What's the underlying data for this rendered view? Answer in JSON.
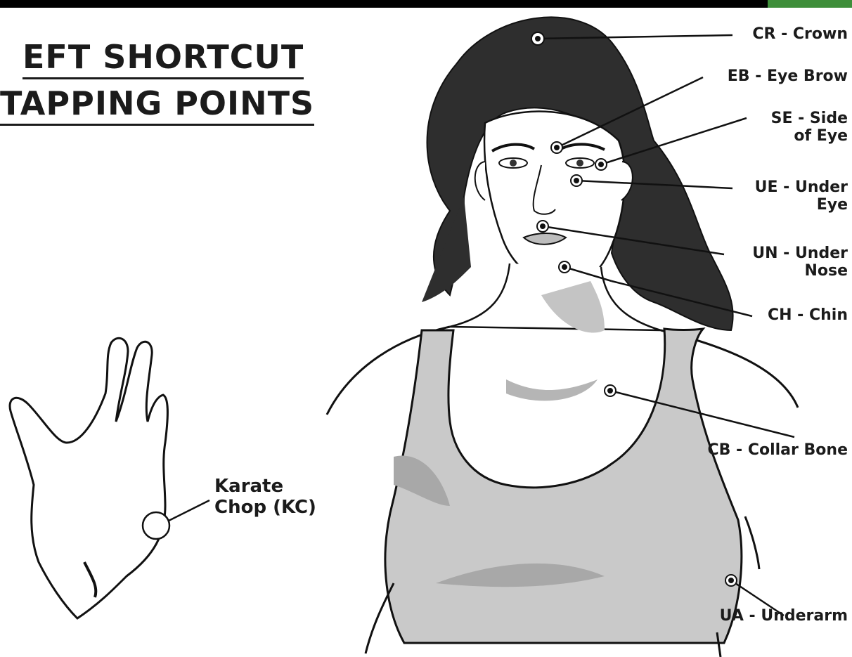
{
  "title": {
    "line1": "EFT SHORTCUT",
    "line2": "TAPPING POINTS"
  },
  "points": [
    {
      "id": "cr",
      "text": "CR - Crown"
    },
    {
      "id": "eb",
      "text": "EB - Eye Brow"
    },
    {
      "id": "se",
      "line1": "SE - Side",
      "line2": "of Eye"
    },
    {
      "id": "ue",
      "line1": "UE - Under",
      "line2": "Eye"
    },
    {
      "id": "un",
      "line1": "UN - Under",
      "line2": "Nose"
    },
    {
      "id": "ch",
      "text": "CH - Chin"
    },
    {
      "id": "cb",
      "text": "CB - Collar Bone"
    },
    {
      "id": "ua",
      "text": "UA - Underarm"
    },
    {
      "id": "kc",
      "line1": "Karate",
      "line2": "Chop (KC)"
    }
  ],
  "colors": {
    "ink": "#1b1b1b",
    "hair": "#2e2e2e",
    "top_fill": "#c9c9c9",
    "shadow": "#a8a8a8",
    "accent": "#3e8e3a"
  }
}
